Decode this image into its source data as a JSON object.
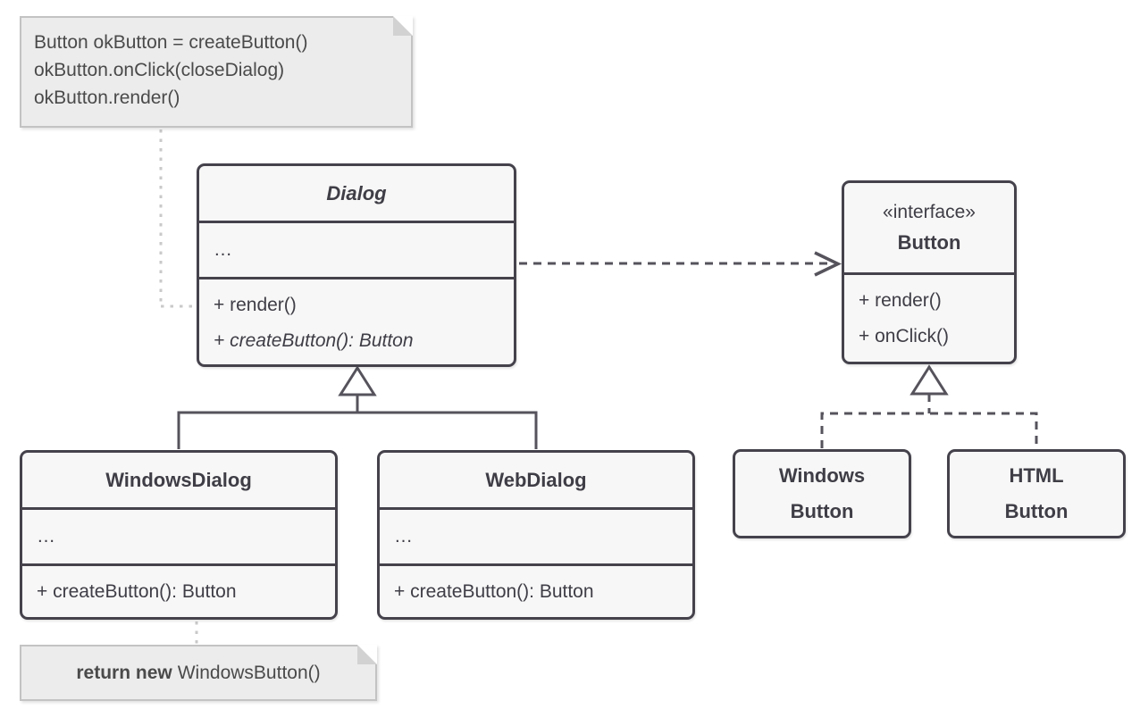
{
  "diagram_title": "Factory Method pattern UML class diagram",
  "colors": {
    "class_border": "#45424c",
    "class_fill": "#f7f7f7",
    "connector": "#56535c",
    "note_fill": "#ececec",
    "note_border": "#c3c3c3",
    "note_connector": "#c9c9c9",
    "text": "#3f3d46",
    "canvas": "#ffffff"
  },
  "note_top": {
    "line1": "Button okButton = createButton()",
    "line2": "okButton.onClick(closeDialog)",
    "line3": "okButton.render()"
  },
  "note_bottom": {
    "keyword": "return new",
    "code": "WindowsButton()"
  },
  "classes": {
    "dialog": {
      "title": "Dialog",
      "attrs": "…",
      "method1": "+ render()",
      "method2": "+ createButton(): Button"
    },
    "button_interface": {
      "stereotype": "«interface»",
      "name": "Button",
      "method1": "+ render()",
      "method2": "+ onClick()"
    },
    "windows_dialog": {
      "title": "WindowsDialog",
      "attrs": "…",
      "method1": "+ createButton(): Button"
    },
    "web_dialog": {
      "title": "WebDialog",
      "attrs": "…",
      "method1": "+ createButton(): Button"
    },
    "windows_button": {
      "line1": "Windows",
      "line2": "Button"
    },
    "html_button": {
      "line1": "HTML",
      "line2": "Button"
    }
  },
  "relationships": {
    "dialog_to_button": "dependency (dashed open arrow)",
    "windows_dialog_to_dialog": "inheritance (solid hollow triangle)",
    "web_dialog_to_dialog": "inheritance (solid hollow triangle)",
    "windows_button_to_button": "realization (dashed hollow triangle)",
    "html_button_to_button": "realization (dashed hollow triangle)"
  }
}
